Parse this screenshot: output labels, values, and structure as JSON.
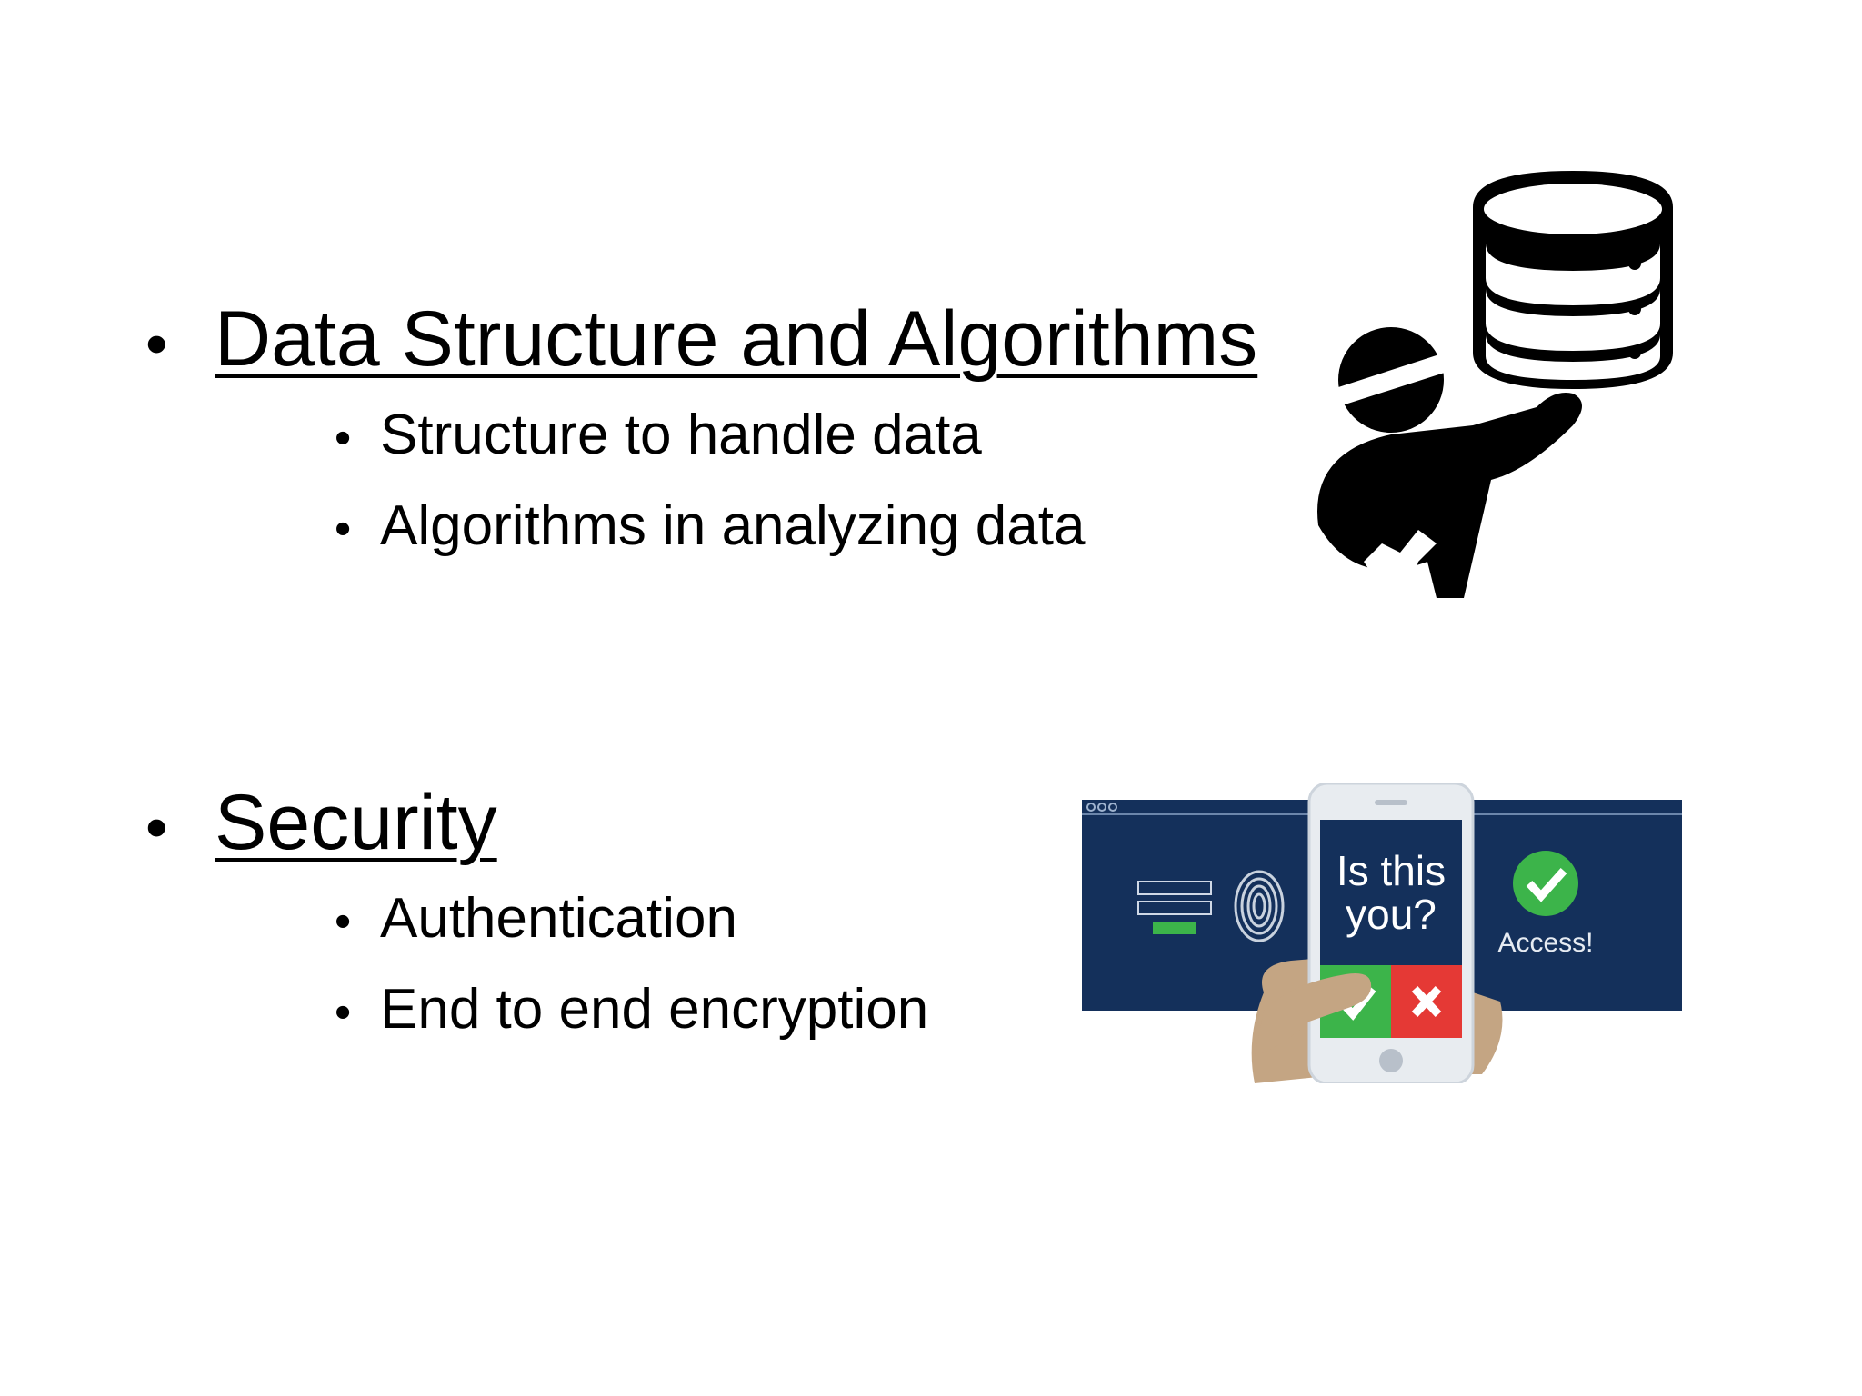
{
  "sections": [
    {
      "heading": "Data Structure and Algorithms",
      "items": [
        "Structure to handle data",
        "Algorithms in analyzing data"
      ]
    },
    {
      "heading": "Security",
      "items": [
        "Authentication",
        "End to end encryption"
      ]
    }
  ],
  "security_image": {
    "phone_question": [
      "Is this",
      "you?"
    ],
    "access_label": "Access!"
  },
  "colors": {
    "text": "#000000",
    "navy_panel": "#14305b",
    "green_check": "#3cb44a",
    "red_cross": "#e53935",
    "hand": "#c4a583"
  },
  "bullet_glyph": "•",
  "icons": [
    "database-person-icon",
    "fingerprint-icon",
    "check-circle-icon",
    "phone-icon"
  ]
}
